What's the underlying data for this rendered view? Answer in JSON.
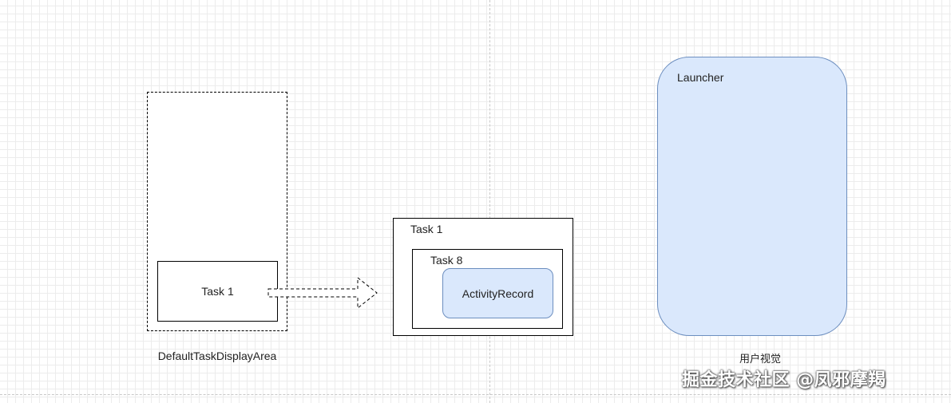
{
  "diagram": {
    "left": {
      "container_label": "DefaultTaskDisplayArea",
      "task_label": "Task 1"
    },
    "middle": {
      "outer_task_label": "Task 1",
      "inner_task_label": "Task 8",
      "activity_label": "ActivityRecord"
    },
    "right": {
      "launcher_label": "Launcher",
      "caption": "用户视觉"
    },
    "watermark": "掘金技术社区 @凤邪摩羯"
  },
  "colors": {
    "node_fill": "#dae8fc",
    "node_stroke": "#6c8ebf",
    "line": "#000000"
  }
}
